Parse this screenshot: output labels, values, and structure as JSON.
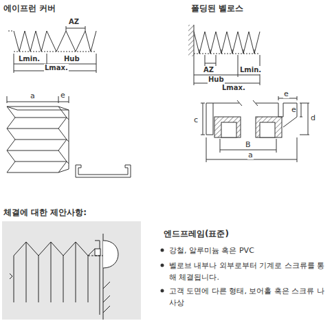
{
  "diagram": {
    "labels": [
      "에이프런 커버",
      "폴딩된 벨로스",
      "AZ",
      "Lmin.",
      "Hub",
      "Lmax.",
      "AZ",
      "Hub",
      "Lmin.",
      "Lmax.",
      "a",
      "e",
      "e",
      "c",
      "e",
      "d",
      "B",
      "a",
      "체결에 대한 제안사항:",
      "엔드프레임(표준)",
      "강철, 알루미늄 혹은 PVC",
      "벨로브 내부나 외부로부터 기계로 스크류를 통해 체결됩니다.",
      "고객 도면에 다른 형태, 보어홀 혹은 스크류 나사상"
    ]
  }
}
